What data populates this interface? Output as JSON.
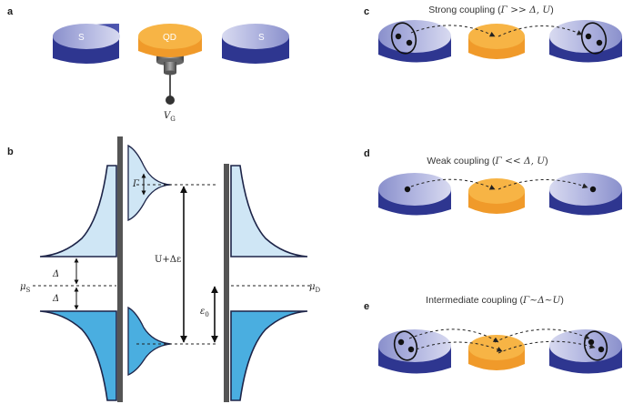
{
  "panels": {
    "a": {
      "label": "a",
      "left_lead": "S",
      "dot": "QD",
      "right_lead": "S",
      "gate_main": "V",
      "gate_sub": "G"
    },
    "b": {
      "label": "b",
      "gamma": "Γ",
      "delta_top": "Δ",
      "delta_bottom": "Δ",
      "mu_s_main": "μ",
      "mu_s_sub": "S",
      "mu_d_main": "μ",
      "mu_d_sub": "D",
      "charging": "U+Δε",
      "eps_main": "ε",
      "eps_sub": "0"
    },
    "c": {
      "label": "c",
      "title_plain": "Strong coupling (",
      "title_math": "Γ >> Δ, U",
      "title_close": ")"
    },
    "d": {
      "label": "d",
      "title_plain": "Weak coupling (",
      "title_math": "Γ << Δ, U",
      "title_close": ")"
    },
    "e": {
      "label": "e",
      "title_plain": "Intermediate coupling (",
      "title_math": "Γ~Δ~U",
      "title_close": ")"
    }
  },
  "colors": {
    "superconductor_top": "#9a9fd4",
    "superconductor_side": "#2e3690",
    "dot_top": "#f5b043",
    "dot_side": "#f09a2a",
    "dos_filled": "#4aaee0",
    "dos_empty": "#cfe6f5",
    "dos_outline": "#1d2448",
    "tunnel_bar": "#555555"
  }
}
